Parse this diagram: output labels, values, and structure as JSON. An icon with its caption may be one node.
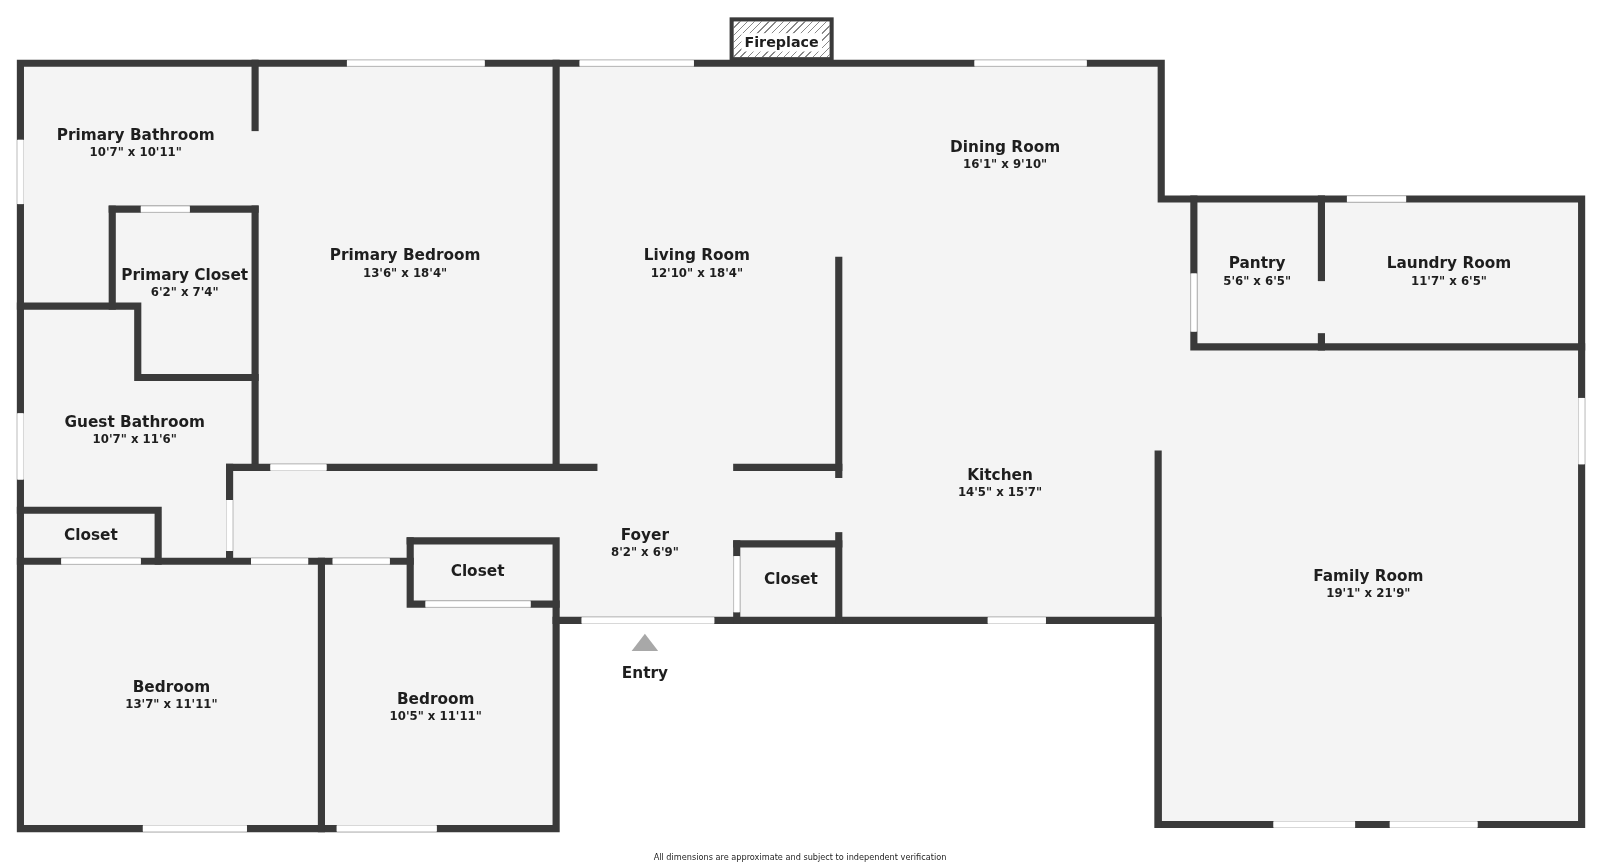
{
  "diagram": {
    "caption": "All dimensions are approximate and subject to independent verification",
    "nodes": [
      {
        "text": [
          "Fireplace"
        ]
      },
      {
        "text": [
          "Primary Bathroom",
          "10'7\" x 10'11\""
        ]
      },
      {
        "text": [
          "Dining Room",
          "16'1\" x 9'10\""
        ]
      },
      {
        "text": [
          "Primary Closet",
          "6'2\" x 7'4\""
        ]
      },
      {
        "text": [
          "Primary Bedroom",
          "13'6\" x 18'4\""
        ]
      },
      {
        "text": [
          "Living Room",
          "12'10\" x 18'4\""
        ]
      },
      {
        "text": [
          "Pantry",
          "5'6\" x 6'5\""
        ]
      },
      {
        "text": [
          "Laundry Room",
          "11'7\" x 6'5\""
        ]
      },
      {
        "text": [
          "Guest Bathroom",
          "10'7\" x 11'6\""
        ]
      },
      {
        "text": [
          "Kitchen",
          "14'5\" x 15'7\""
        ]
      },
      {
        "text": [
          "Foyer",
          "8'2\" x 6'9\""
        ]
      },
      {
        "text": [
          "Closet"
        ]
      },
      {
        "text": [
          "Closet"
        ]
      },
      {
        "text": [
          "Closet"
        ]
      },
      {
        "text": [
          "Family Room",
          "19'1\" x 21'9\""
        ]
      },
      {
        "text": [
          "Bedroom",
          "13'7\" x 11'11\""
        ]
      },
      {
        "text": [
          "Bedroom",
          "10'5\" x 11'11\""
        ]
      }
    ],
    "labels": [
      "Entry"
    ]
  }
}
